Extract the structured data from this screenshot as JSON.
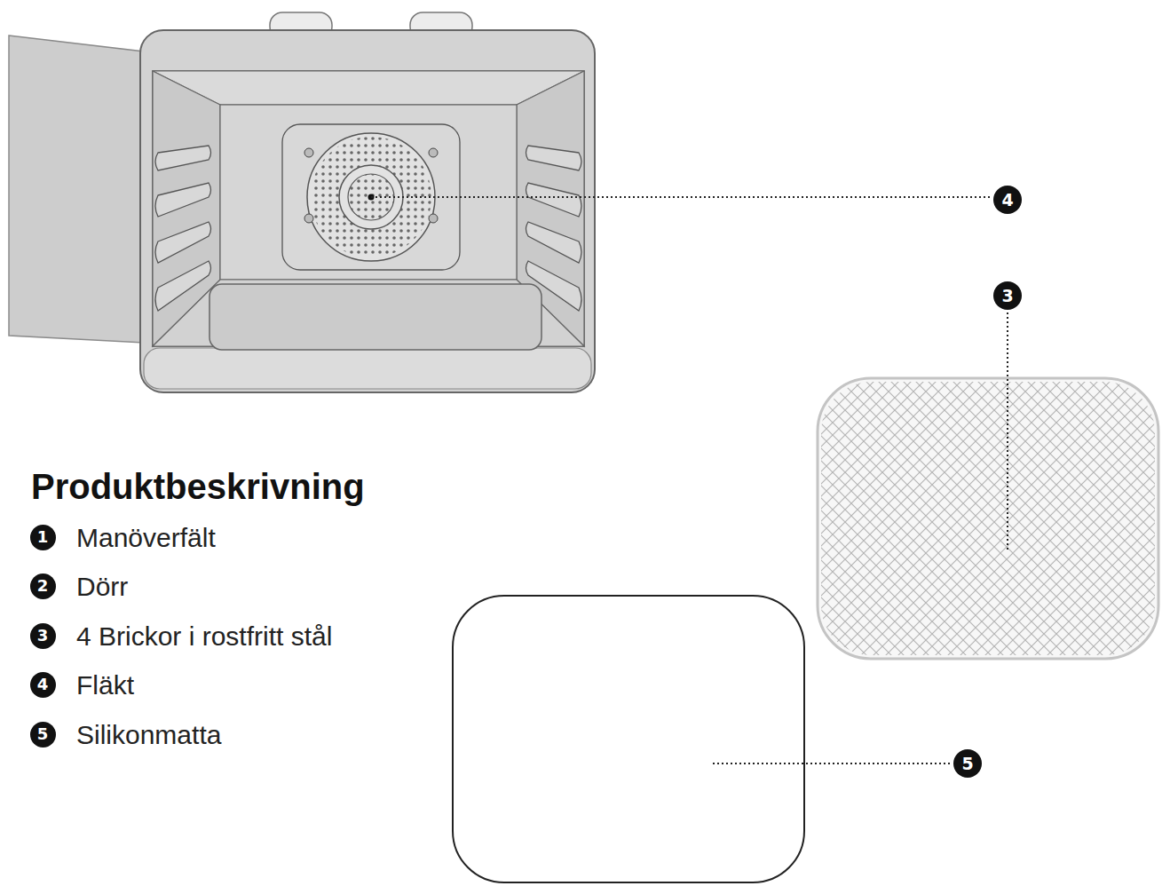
{
  "diagram": {
    "title": "Produktbeskrivning",
    "nodes": [
      {
        "text": [
          "4"
        ]
      },
      {
        "text": [
          "3"
        ]
      },
      {
        "text": [
          "1"
        ]
      },
      {
        "text": [
          "2"
        ]
      },
      {
        "text": [
          "3"
        ]
      },
      {
        "text": [
          "4"
        ]
      },
      {
        "text": [
          "5"
        ]
      },
      {
        "text": [
          "5"
        ]
      }
    ],
    "labels": [
      "Manöverfält",
      "Dörr",
      "4 Brickor i rostfritt stål",
      "Fläkt",
      "Silikonmatta"
    ]
  }
}
